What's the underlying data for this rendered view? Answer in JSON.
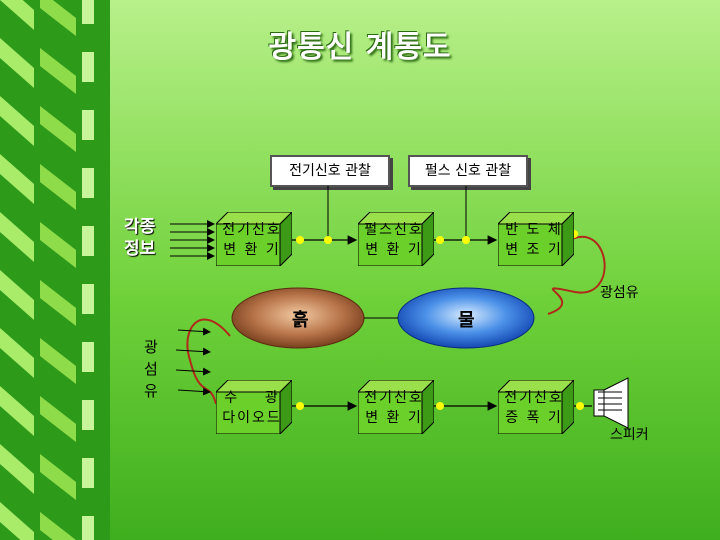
{
  "title": "광통신 계통도",
  "observations": {
    "electrical": "전기신호 관찰",
    "pulse": "펄스 신호 관찰"
  },
  "input_info": {
    "line1": "각종",
    "line2": "정보"
  },
  "blocks": {
    "top_1": {
      "line1": "전기신호",
      "line2": "변 환 기"
    },
    "top_2": {
      "line1": "펄스신호",
      "line2": "변 환 기"
    },
    "top_3": {
      "line1": "반 도 체",
      "line2": "변 조 기"
    },
    "bottom_1": {
      "line1": "수    광",
      "line2": "다이오드"
    },
    "bottom_2": {
      "line1": "전기신호",
      "line2": "변 환 기"
    },
    "bottom_3": {
      "line1": "전기신호",
      "line2": "증 폭 기"
    }
  },
  "fiber_right": "광섬유",
  "fiber_left": {
    "c1": "광",
    "c2": "섬",
    "c3": "유"
  },
  "media": {
    "soil": "흙",
    "water": "물"
  },
  "speaker": "스피커"
}
